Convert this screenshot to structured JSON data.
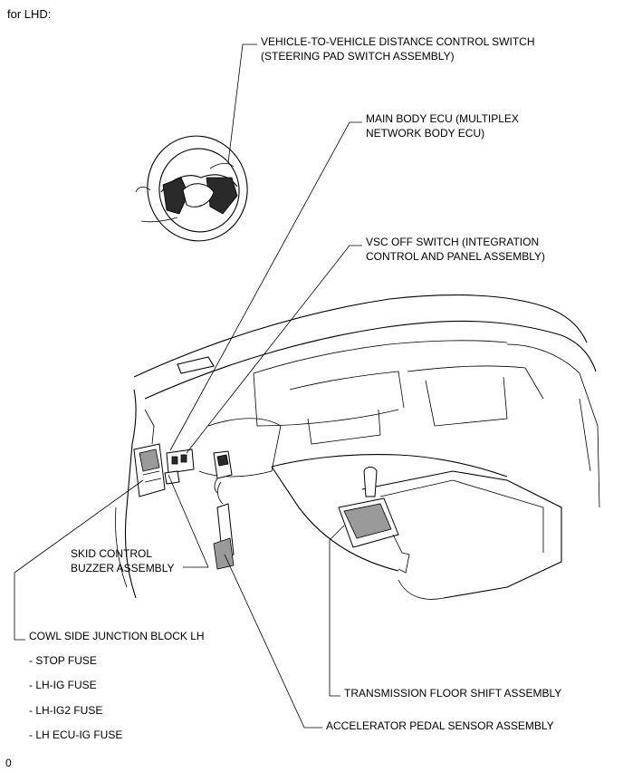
{
  "header": {
    "title": "for LHD:"
  },
  "labels": {
    "distance_switch": "VEHICLE-TO-VEHICLE DISTANCE CONTROL SWITCH\n(STEERING PAD SWITCH ASSEMBLY)",
    "main_body_ecu": "MAIN BODY ECU (MULTIPLEX\nNETWORK BODY ECU)",
    "vsc_off_switch": "VSC OFF SWITCH (INTEGRATION\nCONTROL AND PANEL ASSEMBLY)",
    "skid_buzzer": "SKID CONTROL\nBUZZER ASSEMBLY",
    "cowl_junction": "COWL SIDE JUNCTION BLOCK LH",
    "transmission_shift": "TRANSMISSION FLOOR SHIFT ASSEMBLY",
    "accelerator_sensor": "ACCELERATOR PEDAL SENSOR ASSEMBLY"
  },
  "fuses": [
    "- STOP FUSE",
    "- LH-IG FUSE",
    "- LH-IG2 FUSE",
    "- LH ECU-IG FUSE"
  ],
  "footer": {
    "code": "0"
  }
}
